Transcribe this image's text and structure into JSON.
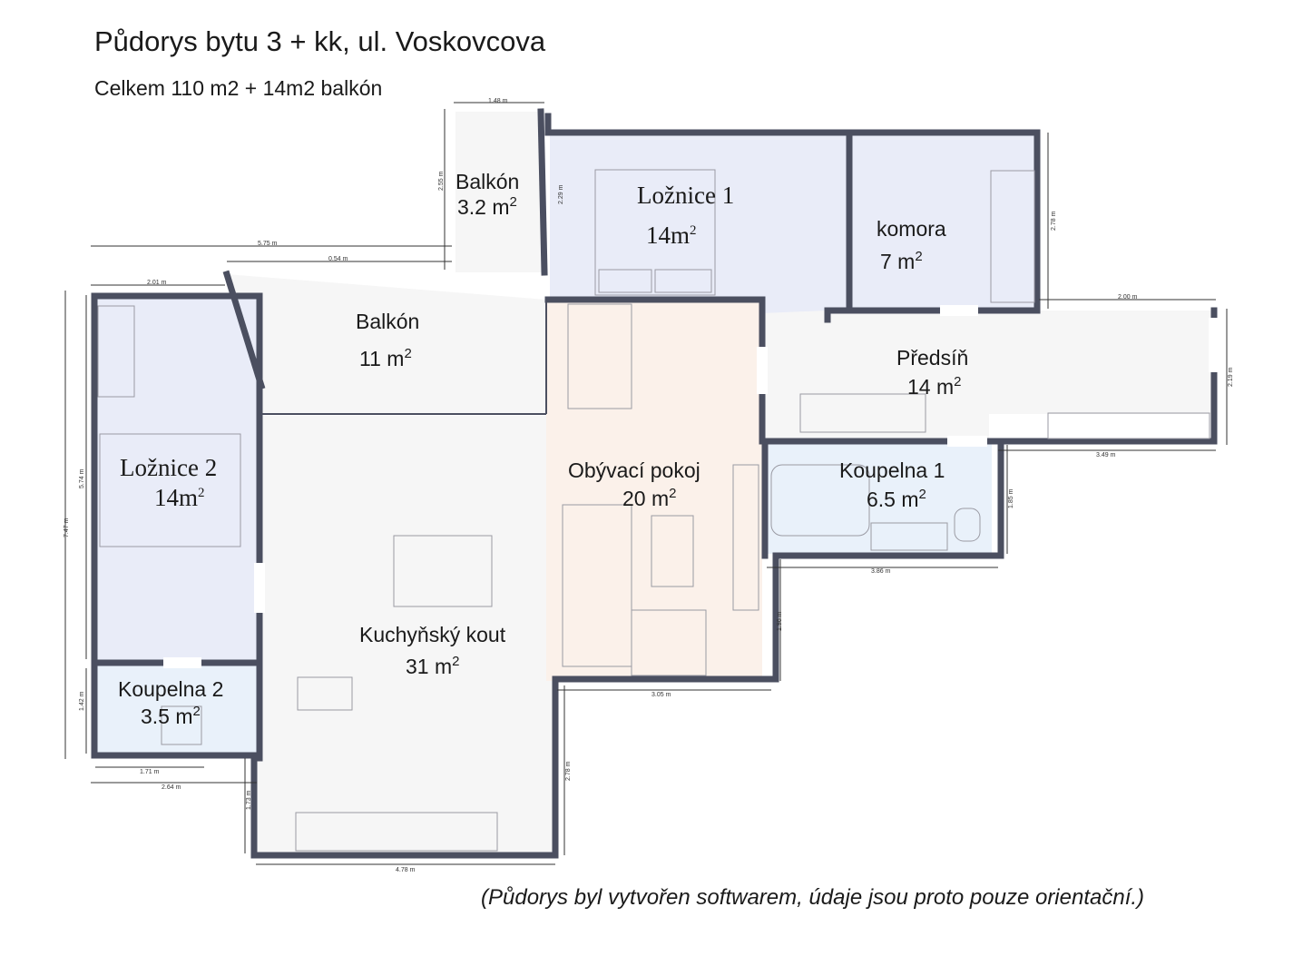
{
  "title": "Půdorys bytu 3 + kk, ul. Voskovcova",
  "subtitle": "Celkem  110  m2 + 14m2 balkón",
  "footnote": "(Půdorys byl vytvořen softwarem, údaje jsou proto pouze orientační.)",
  "colors": {
    "wall": "#4b4f60",
    "bedroom_fill": "#e9ecf8",
    "living_fill": "#fbf1ea",
    "bathroom_fill": "#e9f1fa",
    "floor_fill": "#f6f6f6"
  },
  "rooms": {
    "balkon_small": {
      "name": "Balkón",
      "area": "3.2 m",
      "sup": "2"
    },
    "loznice1": {
      "name": "Ložnice 1",
      "area": "14m",
      "sup": "2"
    },
    "komora": {
      "name": "komora",
      "area": "7 m",
      "sup": "2"
    },
    "balkon_large": {
      "name": "Balkón",
      "area": "11 m",
      "sup": "2"
    },
    "predsin": {
      "name": "Předsíň",
      "area": "14 m",
      "sup": "2"
    },
    "loznice2": {
      "name": "Ložnice 2",
      "area": "14m",
      "sup": "2"
    },
    "obyvaci": {
      "name": "Obývací pokoj",
      "area": "20 m",
      "sup": "2"
    },
    "koupelna1": {
      "name": "Koupelna 1",
      "area": "6.5 m",
      "sup": "2"
    },
    "kuchyn": {
      "name": "Kuchyňský kout",
      "area": "31 m",
      "sup": "2"
    },
    "koupelna2": {
      "name": "Koupelna 2",
      "area": "3.5 m",
      "sup": "2"
    }
  },
  "dimensions": {
    "d_148": "1.48 m",
    "d_255": "2.55 m",
    "d_229": "2.29 m",
    "d_575": "5.75 m",
    "d_054": "0.54 m",
    "d_201": "2.01 m",
    "d_278_top": "2.78 m",
    "d_200": "2.00 m",
    "d_219": "2.19 m",
    "d_349": "3.49 m",
    "d_185": "1.85 m",
    "d_574": "5.74 m",
    "d_747": "7.47 m",
    "d_386": "3.86 m",
    "d_196": "1.96 m",
    "d_305": "3.05 m",
    "d_142": "1.42 m",
    "d_171": "1.71 m",
    "d_264": "2.64 m",
    "d_173": "1.73 m",
    "d_278_bottom": "2.78 m",
    "d_478": "4.78 m"
  }
}
